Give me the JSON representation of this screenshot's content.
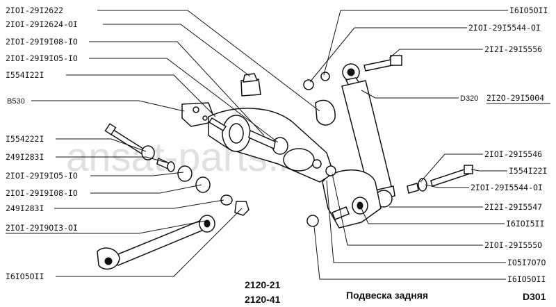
{
  "watermark": "ansat-parts.ru",
  "labels_left": [
    {
      "id": "l1",
      "text": "2IOI-29I2622",
      "underline": false
    },
    {
      "id": "l2",
      "text": "2IOI-29I2624-OI",
      "underline": false
    },
    {
      "id": "l3",
      "text": "2IOI-29I9I08-IO",
      "underline": false
    },
    {
      "id": "l4",
      "text": "2IOI-29I9IO5-IO",
      "underline": false
    },
    {
      "id": "l5",
      "text": "I554I22I",
      "underline": false
    },
    {
      "id": "l6",
      "text": "B530",
      "underline": false
    },
    {
      "id": "l7",
      "text": "I554222I",
      "underline": false
    },
    {
      "id": "l8",
      "text": "249I283I",
      "underline": false
    },
    {
      "id": "l9",
      "text": "2IOI-29I9IO5-IO",
      "underline": false
    },
    {
      "id": "l10",
      "text": "2IOI-29I9I08-IO",
      "underline": false
    },
    {
      "id": "l11",
      "text": "249I283I",
      "underline": false
    },
    {
      "id": "l12",
      "text": "2IOI-29I9OI3-OI",
      "underline": true
    },
    {
      "id": "l13",
      "text": "I6IO5OII",
      "underline": false
    }
  ],
  "labels_right": [
    {
      "id": "r1",
      "text": "I6IO5OII",
      "underline": false
    },
    {
      "id": "r2",
      "text": "2IOI-29I5544-OI",
      "underline": false
    },
    {
      "id": "r3",
      "text": "2I2I-29I5556",
      "underline": false
    },
    {
      "id": "r4a",
      "text": "D320",
      "underline": false
    },
    {
      "id": "r4",
      "text": "2I2O-29I5004",
      "underline": true
    },
    {
      "id": "r5",
      "text": "2IOI-29I5546",
      "underline": false
    },
    {
      "id": "r6",
      "text": "I554I22I",
      "underline": false
    },
    {
      "id": "r7",
      "text": "2IOI-29I5544-OI",
      "underline": false
    },
    {
      "id": "r8",
      "text": "2I2I-29I5547",
      "underline": false
    },
    {
      "id": "r9",
      "text": "I6IOI5II",
      "underline": false
    },
    {
      "id": "r10",
      "text": "2IOI-29I555O",
      "underline": false
    },
    {
      "id": "r11",
      "text": "IO5I7O7O",
      "underline": false
    },
    {
      "id": "r12",
      "text": "I6IO5OII",
      "underline": false
    }
  ],
  "footer": {
    "model_1": "2120-21",
    "model_2": "2120-41",
    "title": "Подвеска задняя",
    "code": "D301"
  }
}
